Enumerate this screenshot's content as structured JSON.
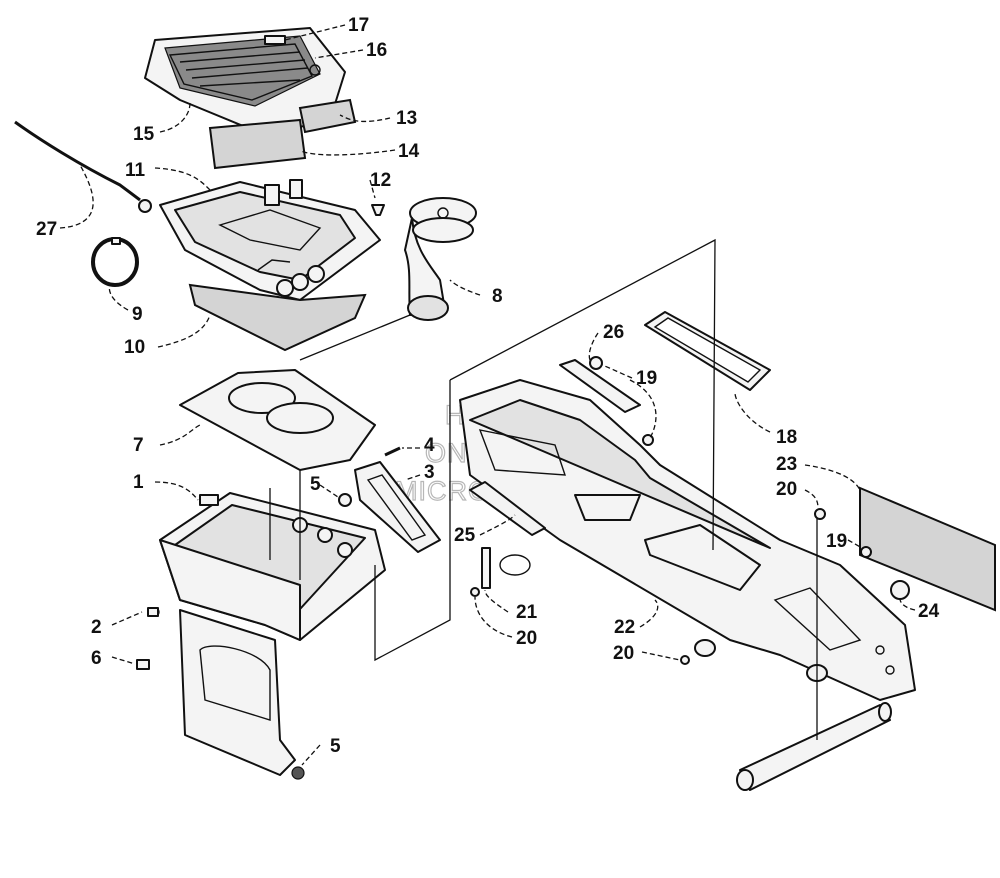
{
  "watermark": {
    "line1": "HLSM'S",
    "line2": "ONLINE",
    "line3": "MICROFICHE"
  },
  "callouts": {
    "c17": "17",
    "c16": "16",
    "c15": "15",
    "c13": "13",
    "c14": "14",
    "c11": "11",
    "c12": "12",
    "c27": "27",
    "c8": "8",
    "c9": "9",
    "c10": "10",
    "c26": "26",
    "c19a": "19",
    "c18": "18",
    "c7": "7",
    "c4": "4",
    "c3": "3",
    "c5a": "5",
    "c1": "1",
    "c23": "23",
    "c20a": "20",
    "c19b": "19",
    "c25": "25",
    "c24": "24",
    "c2": "2",
    "c21": "21",
    "c20b": "20",
    "c22": "22",
    "c20c": "20",
    "c6": "6",
    "c5b": "5"
  }
}
